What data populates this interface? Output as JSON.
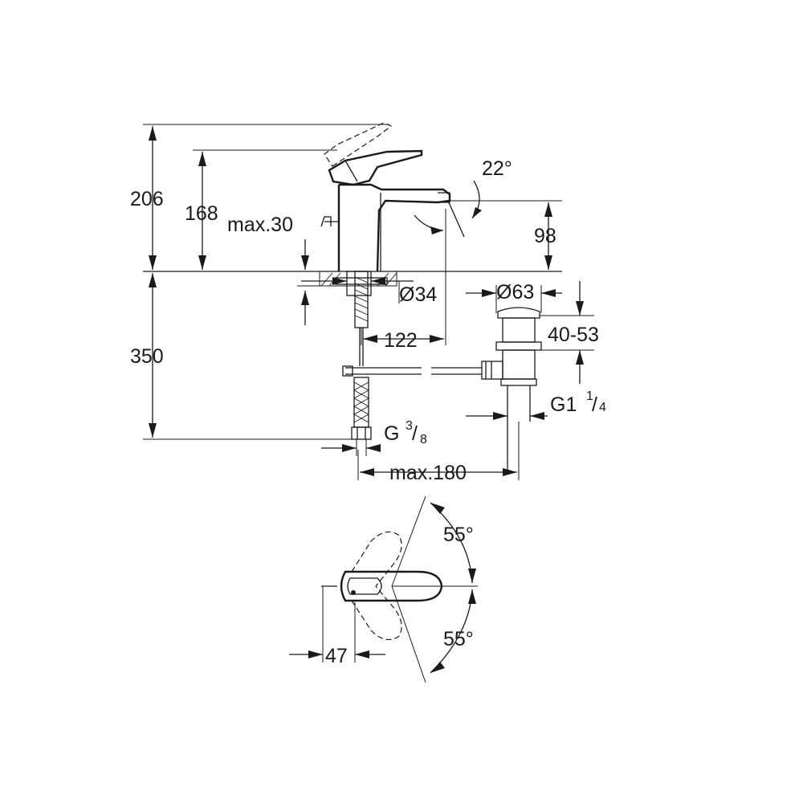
{
  "dimensions": {
    "height_total": "206",
    "height_spout": "168",
    "max_deck_thickness": "max.30",
    "lever_angle": "22°",
    "spout_clearance": "98",
    "hole_diameter": "Ø34",
    "waste_diameter": "Ø63",
    "spout_reach": "122",
    "waste_height_range": "40-53",
    "below_deck": "350",
    "waste_thread": "G1",
    "waste_thread_num": "1",
    "waste_thread_den": "4",
    "hose_thread": "G",
    "hose_thread_num": "3",
    "hose_thread_den": "8",
    "max_spacing": "max.180",
    "swing_angle_top": "55°",
    "swing_angle_bottom": "55°",
    "lever_offset": "47"
  }
}
